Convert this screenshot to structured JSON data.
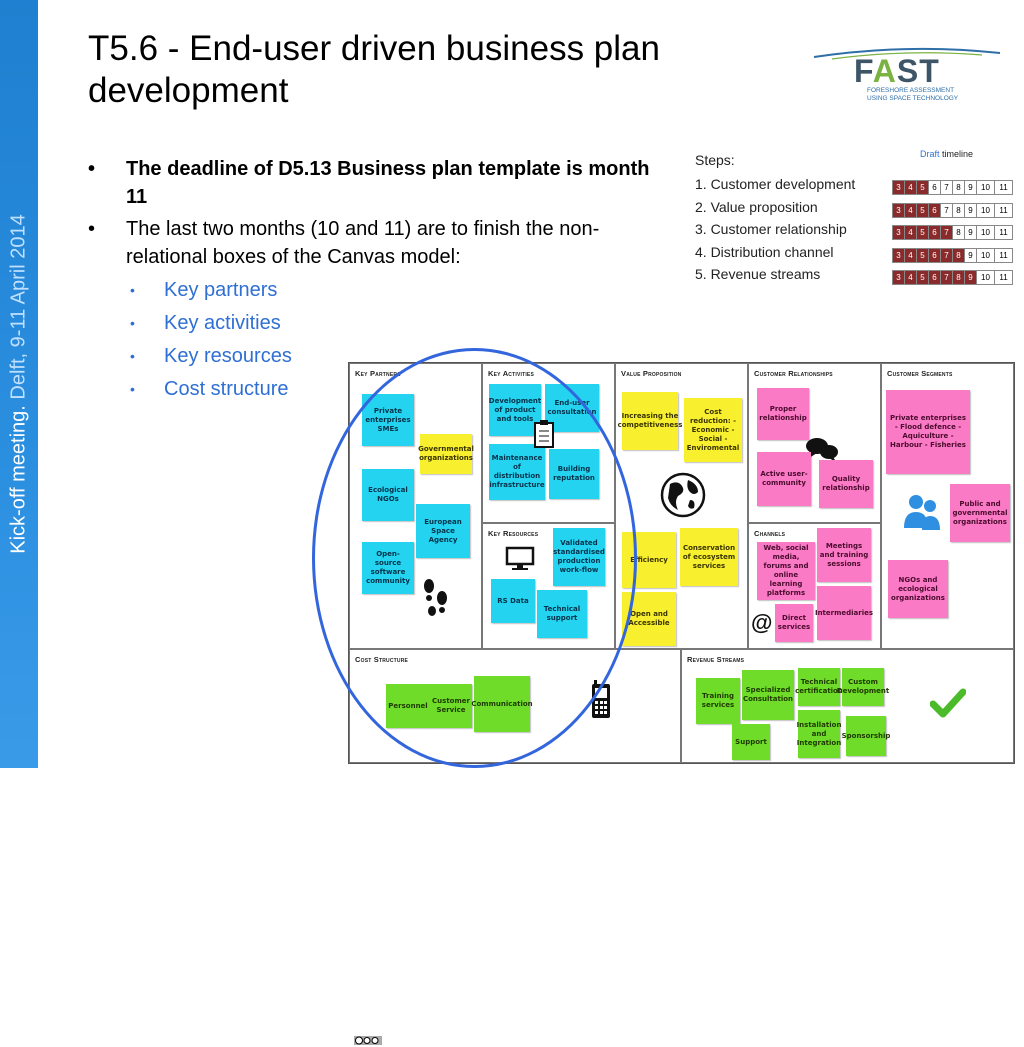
{
  "sidebar": {
    "text_main": "Kick-off meeting.",
    "text_light": " Delft, 9-11 April 2014"
  },
  "title": "T5.6 - End-user driven business plan development",
  "logo": {
    "name_pre": "F",
    "name_a": "A",
    "name_post": "ST",
    "tagline_1": "FORESHORE ASSESSMENT",
    "tagline_2": "USING SPACE TECHNOLOGY"
  },
  "bullets": [
    {
      "text": "The deadline of D5.13 Business plan template is month 11",
      "bold": true
    },
    {
      "text": "The last two months (10 and 11) are to finish the non-relational boxes of the Canvas model:",
      "bold": false
    }
  ],
  "sub_bullets": [
    "Key partners",
    "Key activities",
    "Key resources",
    "Cost structure"
  ],
  "steps": {
    "header": "Steps:",
    "draft_word": "Draft",
    "timeline_word": " timeline",
    "months": [
      "3",
      "4",
      "5",
      "6",
      "7",
      "8",
      "9",
      "10",
      "11"
    ],
    "rows": [
      {
        "label": "1.  Customer development",
        "draft_until": 5
      },
      {
        "label": "2.  Value proposition",
        "draft_until": 6
      },
      {
        "label": "3.  Customer relationship",
        "draft_until": 7
      },
      {
        "label": "4.  Distribution channel",
        "draft_until": 8
      },
      {
        "label": "5.  Revenue streams",
        "draft_until": 9
      }
    ]
  },
  "canvas": {
    "titles": {
      "key_partners": "Key Partners",
      "key_activities": "Key Activities",
      "value_proposition": "Value Proposition",
      "customer_relationships": "Customer Relationships",
      "customer_segments": "Customer Segments",
      "key_resources": "Key Resources",
      "channels": "Channels",
      "cost_structure": "Cost Structure",
      "revenue_streams": "Revenue Streams"
    },
    "notes": {
      "kp_private": "Private enterprises SMEs",
      "kp_gov": "Governmental organizations",
      "kp_ngo": "Ecological NGOs",
      "kp_esa": "European Space Agency",
      "kp_oss": "Open-source software community",
      "ka_dev": "Development of product and tools",
      "ka_enduser": "End-user consultation",
      "ka_maint": "Maintenance of distribution infrastructure",
      "ka_rep": "Building reputation",
      "kr_valid": "Validated standardised production work-flow",
      "kr_rs": "RS Data",
      "kr_support": "Technical support",
      "vp_compet": "Increasing the competitiveness",
      "vp_cost": "Cost reduction: -Economic -Social - Enviromental",
      "vp_eff": "Efficiency",
      "vp_cons": "Conservation of ecosystem services",
      "vp_open": "Open and Accessible",
      "cr_proper": "Proper relationship",
      "cr_active": "Active user-community",
      "cr_quality": "Quality relationship",
      "ch_web": "Web, social media, forums and online learning platforms",
      "ch_meet": "Meetings and training sessions",
      "ch_direct": "Direct services",
      "ch_inter": "Intermediaries",
      "cs_private": "Private enterprises - Flood defence - Aquiculture - Harbour - Fisheries",
      "cs_public": "Public and governmental organizations",
      "cs_ngo": "NGOs and ecological organizations",
      "cost_personnel": "Personnel",
      "cost_cs": "Customer Service",
      "cost_comm": "Communication",
      "rs_training": "Training services",
      "rs_spec": "Specialized Consultation",
      "rs_tech": "Technical certification",
      "rs_custom": "Custom Development",
      "rs_install": "Installation and Integration",
      "rs_support": "Support",
      "rs_spons": "Sponsorship"
    }
  },
  "colors": {
    "sidebar": "#2b8fe0",
    "accent_blue": "#2f6fd4",
    "draft_cell": "#8b2a2a",
    "ellipse": "#3366dd",
    "note_cyan": "#24d3f0",
    "note_yellow": "#f8ef2f",
    "note_pink": "#fb7ac5",
    "note_green": "#6fdc2a"
  },
  "icons": [
    "footprints-icon",
    "clipboard-icon",
    "monitor-icon",
    "globe-icon",
    "speech-bubbles-icon",
    "at-sign-icon",
    "people-icon",
    "phone-icon",
    "checkmark-icon",
    "swoosh-icon"
  ]
}
